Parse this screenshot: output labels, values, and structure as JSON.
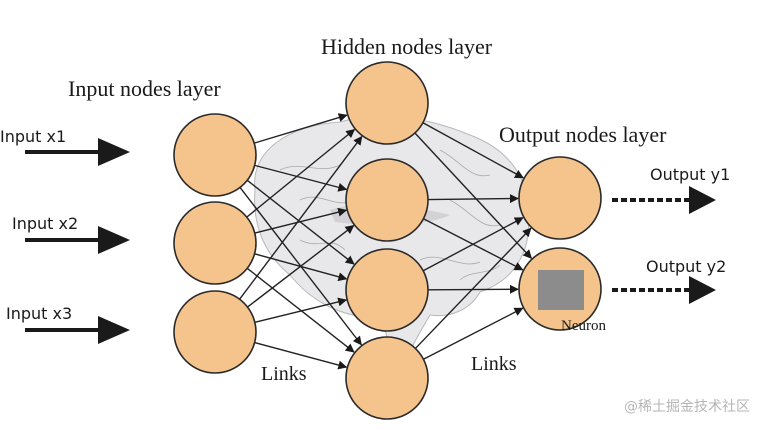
{
  "titles": {
    "input_layer": "Input nodes layer",
    "hidden_layer": "Hidden nodes layer",
    "output_layer": "Output nodes layer"
  },
  "inputs": [
    "Input x1",
    "Input x2",
    "Input x3"
  ],
  "outputs": [
    "Output y1",
    "Output y2"
  ],
  "labels": {
    "links_left": "Links",
    "links_right": "Links",
    "neuron": "Neuron"
  },
  "layers": {
    "input_count": 3,
    "hidden_count": 4,
    "output_count": 2
  },
  "colors": {
    "node_fill": "#f5c48d",
    "node_stroke": "#2a2a2a",
    "neuron_square": "#8c8c8c",
    "brain": "#e8e8ea"
  },
  "watermark": "@稀土掘金技术社区"
}
